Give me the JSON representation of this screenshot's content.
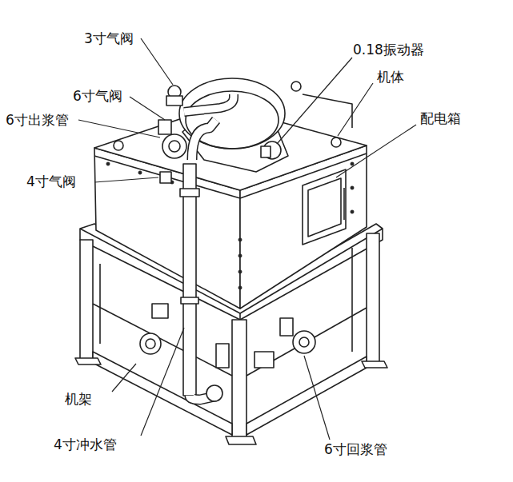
{
  "diagram": {
    "labels": [
      "3寸气阀",
      "0.18振动器",
      "6寸气阀",
      "机体",
      "6寸出浆管",
      "配电箱",
      "4寸气阀",
      "机架",
      "4寸冲水管",
      "6寸回浆管"
    ]
  }
}
